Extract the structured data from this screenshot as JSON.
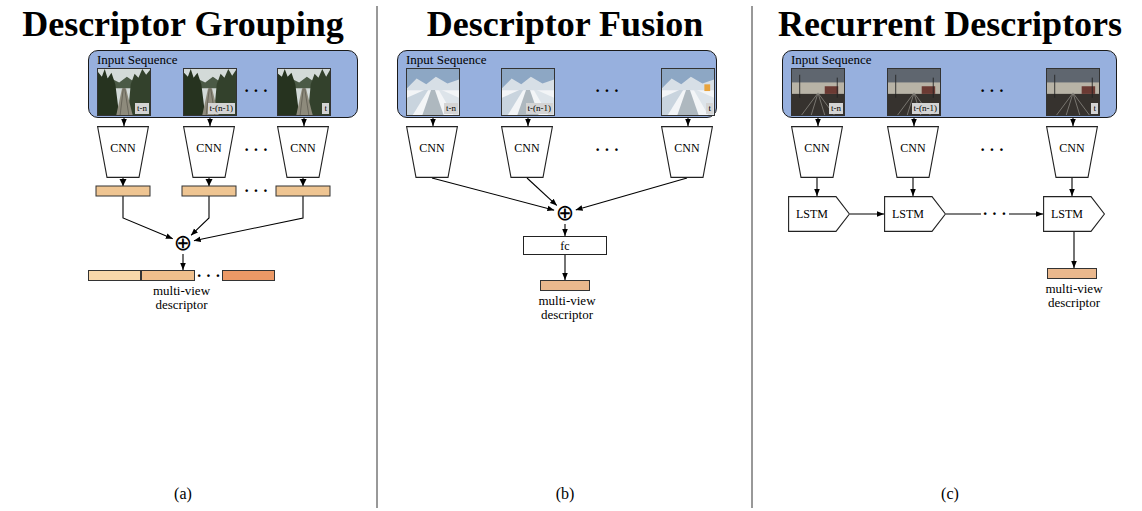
{
  "diagram": {
    "nodes": [
      {
        "text": [
          "Input Sequence"
        ]
      },
      {
        "text": [
          "t-n"
        ],
        "in": 0
      },
      {
        "text": [
          "t-(n-1)"
        ],
        "in": 0
      },
      {
        "text": [
          "t"
        ],
        "in": 0
      },
      {
        "text": [
          "CNN"
        ]
      },
      {
        "text": [
          "CNN"
        ]
      },
      {
        "text": [
          "CNN"
        ]
      },
      {
        "text": [
          "⊕"
        ]
      },
      {
        "text": [
          "multi-view descriptor"
        ]
      },
      {
        "text": [
          "Input Sequence"
        ]
      },
      {
        "text": [
          "t-n"
        ],
        "in": 9
      },
      {
        "text": [
          "t-(n-1)"
        ],
        "in": 9
      },
      {
        "text": [
          "t"
        ],
        "in": 9
      },
      {
        "text": [
          "CNN"
        ]
      },
      {
        "text": [
          "CNN"
        ]
      },
      {
        "text": [
          "CNN"
        ]
      },
      {
        "text": [
          "⊕"
        ]
      },
      {
        "text": [
          "fc"
        ]
      },
      {
        "text": [
          "multi-view descriptor"
        ]
      },
      {
        "text": [
          "Input Sequence"
        ]
      },
      {
        "text": [
          "t-n"
        ],
        "in": 19
      },
      {
        "text": [
          "t-(n-1)"
        ],
        "in": 19
      },
      {
        "text": [
          "t"
        ],
        "in": 19
      },
      {
        "text": [
          "CNN"
        ]
      },
      {
        "text": [
          "CNN"
        ]
      },
      {
        "text": [
          "CNN"
        ]
      },
      {
        "text": [
          "LSTM"
        ]
      },
      {
        "text": [
          "LSTM"
        ]
      },
      {
        "text": [
          "LSTM"
        ]
      },
      {
        "text": [
          "multi-view descriptor"
        ]
      }
    ],
    "edges": [
      {
        "from": 1,
        "to": 4,
        "arrow": "to"
      },
      {
        "from": 2,
        "to": 5,
        "arrow": "to"
      },
      {
        "from": 3,
        "to": 6,
        "arrow": "to"
      },
      {
        "from": 4,
        "to": 7,
        "arrow": "to"
      },
      {
        "from": 5,
        "to": 7,
        "arrow": "to"
      },
      {
        "from": 6,
        "to": 7,
        "arrow": "to"
      },
      {
        "from": 7,
        "to": 8,
        "arrow": "to"
      },
      {
        "from": 10,
        "to": 13,
        "arrow": "to"
      },
      {
        "from": 11,
        "to": 14,
        "arrow": "to"
      },
      {
        "from": 12,
        "to": 15,
        "arrow": "to"
      },
      {
        "from": 13,
        "to": 16,
        "arrow": "to"
      },
      {
        "from": 14,
        "to": 16,
        "arrow": "to"
      },
      {
        "from": 15,
        "to": 16,
        "arrow": "to"
      },
      {
        "from": 16,
        "to": 17,
        "arrow": "to"
      },
      {
        "from": 17,
        "to": 18,
        "arrow": "to"
      },
      {
        "from": 20,
        "to": 23,
        "arrow": "to"
      },
      {
        "from": 21,
        "to": 24,
        "arrow": "to"
      },
      {
        "from": 22,
        "to": 25,
        "arrow": "to"
      },
      {
        "from": 23,
        "to": 26,
        "arrow": "to"
      },
      {
        "from": 24,
        "to": 27,
        "arrow": "to"
      },
      {
        "from": 25,
        "to": 28,
        "arrow": "to"
      },
      {
        "from": 26,
        "to": 27,
        "arrow": "to"
      },
      {
        "from": 27,
        "to": 28,
        "label": "· · ·",
        "arrow": "to"
      },
      {
        "from": 28,
        "to": 29,
        "arrow": "to"
      }
    ],
    "labels": [
      "Descriptor Grouping",
      "Descriptor Fusion",
      "Recurrent Descriptors",
      "· · ·",
      "· · ·",
      "· · ·",
      "· · ·",
      "(a)",
      "· · ·",
      "· · ·",
      "(b)",
      "· · ·",
      "· · ·",
      "(c)"
    ]
  }
}
